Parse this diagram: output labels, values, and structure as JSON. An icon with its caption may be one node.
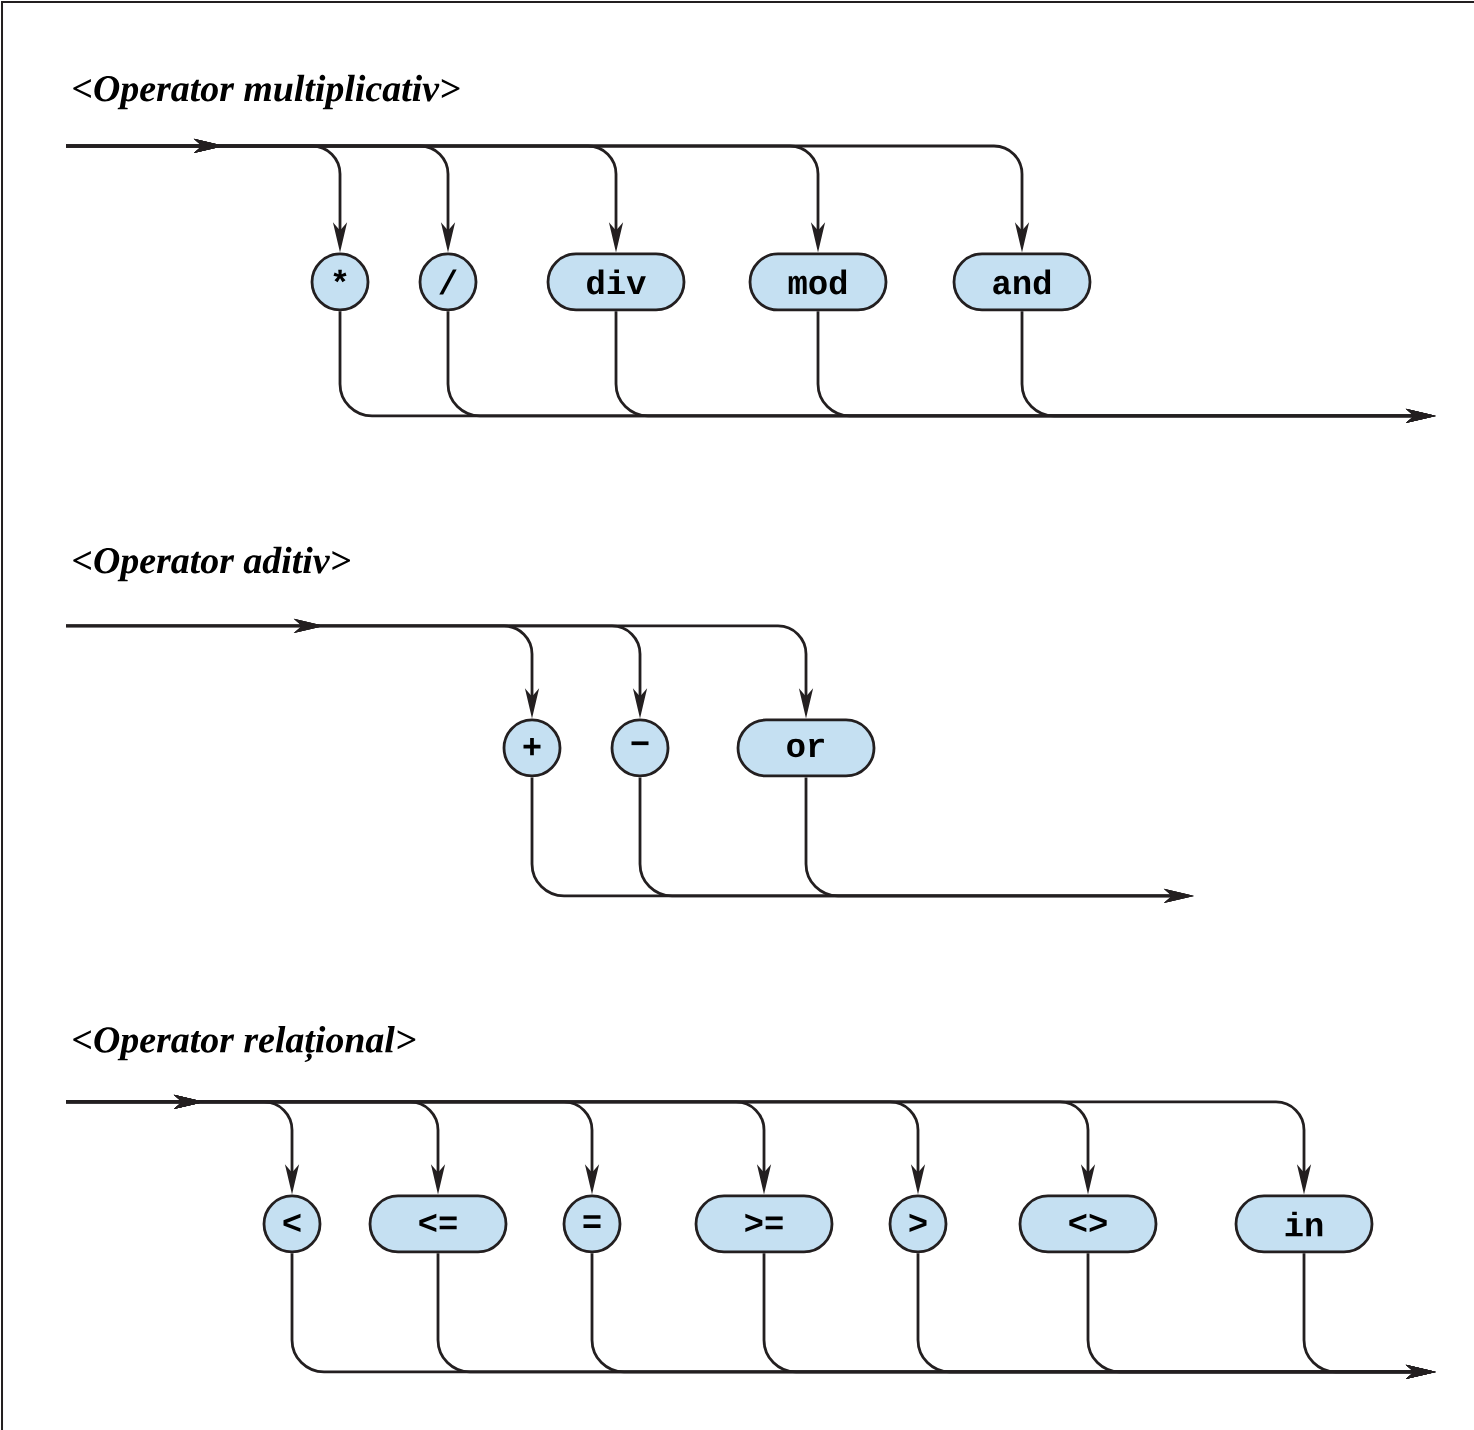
{
  "diagram": {
    "nodes": [
      {
        "text": [
          "*"
        ]
      },
      {
        "text": [
          "/"
        ]
      },
      {
        "text": [
          "div"
        ]
      },
      {
        "text": [
          "mod"
        ]
      },
      {
        "text": [
          "and"
        ]
      },
      {
        "text": [
          "+"
        ]
      },
      {
        "text": [
          "−"
        ]
      },
      {
        "text": [
          "or"
        ]
      },
      {
        "text": [
          "<"
        ]
      },
      {
        "text": [
          "<="
        ]
      },
      {
        "text": [
          "="
        ]
      },
      {
        "text": [
          ">="
        ]
      },
      {
        "text": [
          ">"
        ]
      },
      {
        "text": [
          "<>"
        ]
      },
      {
        "text": [
          "in"
        ]
      }
    ],
    "edges": [
      {
        "from": null,
        "to": 0,
        "arrow": "to"
      },
      {
        "from": null,
        "to": 1,
        "arrow": "to"
      },
      {
        "from": null,
        "to": 2,
        "arrow": "to"
      },
      {
        "from": null,
        "to": 3,
        "arrow": "to"
      },
      {
        "from": null,
        "to": 4,
        "arrow": "to"
      },
      {
        "from": 0,
        "to": null,
        "arrow": "to"
      },
      {
        "from": 1,
        "to": null,
        "arrow": "to"
      },
      {
        "from": 2,
        "to": null,
        "arrow": "to"
      },
      {
        "from": 3,
        "to": null,
        "arrow": "to"
      },
      {
        "from": 4,
        "to": null,
        "arrow": "to"
      },
      {
        "from": null,
        "to": 5,
        "arrow": "to"
      },
      {
        "from": null,
        "to": 6,
        "arrow": "to"
      },
      {
        "from": null,
        "to": 7,
        "arrow": "to"
      },
      {
        "from": 5,
        "to": null,
        "arrow": "to"
      },
      {
        "from": 6,
        "to": null,
        "arrow": "to"
      },
      {
        "from": 7,
        "to": null,
        "arrow": "to"
      },
      {
        "from": null,
        "to": 8,
        "arrow": "to"
      },
      {
        "from": null,
        "to": 9,
        "arrow": "to"
      },
      {
        "from": null,
        "to": 10,
        "arrow": "to"
      },
      {
        "from": null,
        "to": 11,
        "arrow": "to"
      },
      {
        "from": null,
        "to": 12,
        "arrow": "to"
      },
      {
        "from": null,
        "to": 13,
        "arrow": "to"
      },
      {
        "from": null,
        "to": 14,
        "arrow": "to"
      },
      {
        "from": 8,
        "to": null,
        "arrow": "to"
      },
      {
        "from": 9,
        "to": null,
        "arrow": "to"
      },
      {
        "from": 10,
        "to": null,
        "arrow": "to"
      },
      {
        "from": 11,
        "to": null,
        "arrow": "to"
      },
      {
        "from": 12,
        "to": null,
        "arrow": "to"
      },
      {
        "from": 13,
        "to": null,
        "arrow": "to"
      },
      {
        "from": 14,
        "to": null,
        "arrow": "to"
      }
    ],
    "labels": [
      "<Operator multiplicativ>",
      "<Operator aditiv>",
      "<Operator relațional>"
    ]
  }
}
